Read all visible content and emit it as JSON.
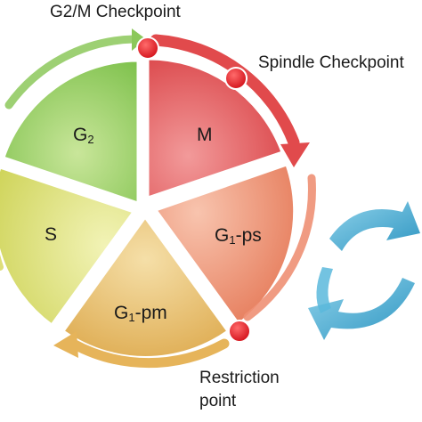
{
  "stages": {
    "g2": {
      "main": "G",
      "sub": "2",
      "suffix": ""
    },
    "m": {
      "main": "M",
      "sub": "",
      "suffix": ""
    },
    "g1ps": {
      "main": "G",
      "sub": "1",
      "suffix": "-ps"
    },
    "g1pm": {
      "main": "G",
      "sub": "1",
      "suffix": "-pm"
    },
    "s": {
      "main": "S",
      "sub": "",
      "suffix": ""
    }
  },
  "checkpoints": {
    "g2m": "G2/M Checkpoint",
    "spindle": "Spindle Checkpoint",
    "restriction_line1": "Restriction",
    "restriction_line2": "point"
  },
  "colors": {
    "g2": "#9fcf5e",
    "m": "#e8585a",
    "g1ps": "#ec8a6e",
    "g1pm": "#e7b75c",
    "s": "#e2e47e",
    "checkpoint_dot": "#e0161e",
    "cycle_arrows": "#4aaed1"
  }
}
